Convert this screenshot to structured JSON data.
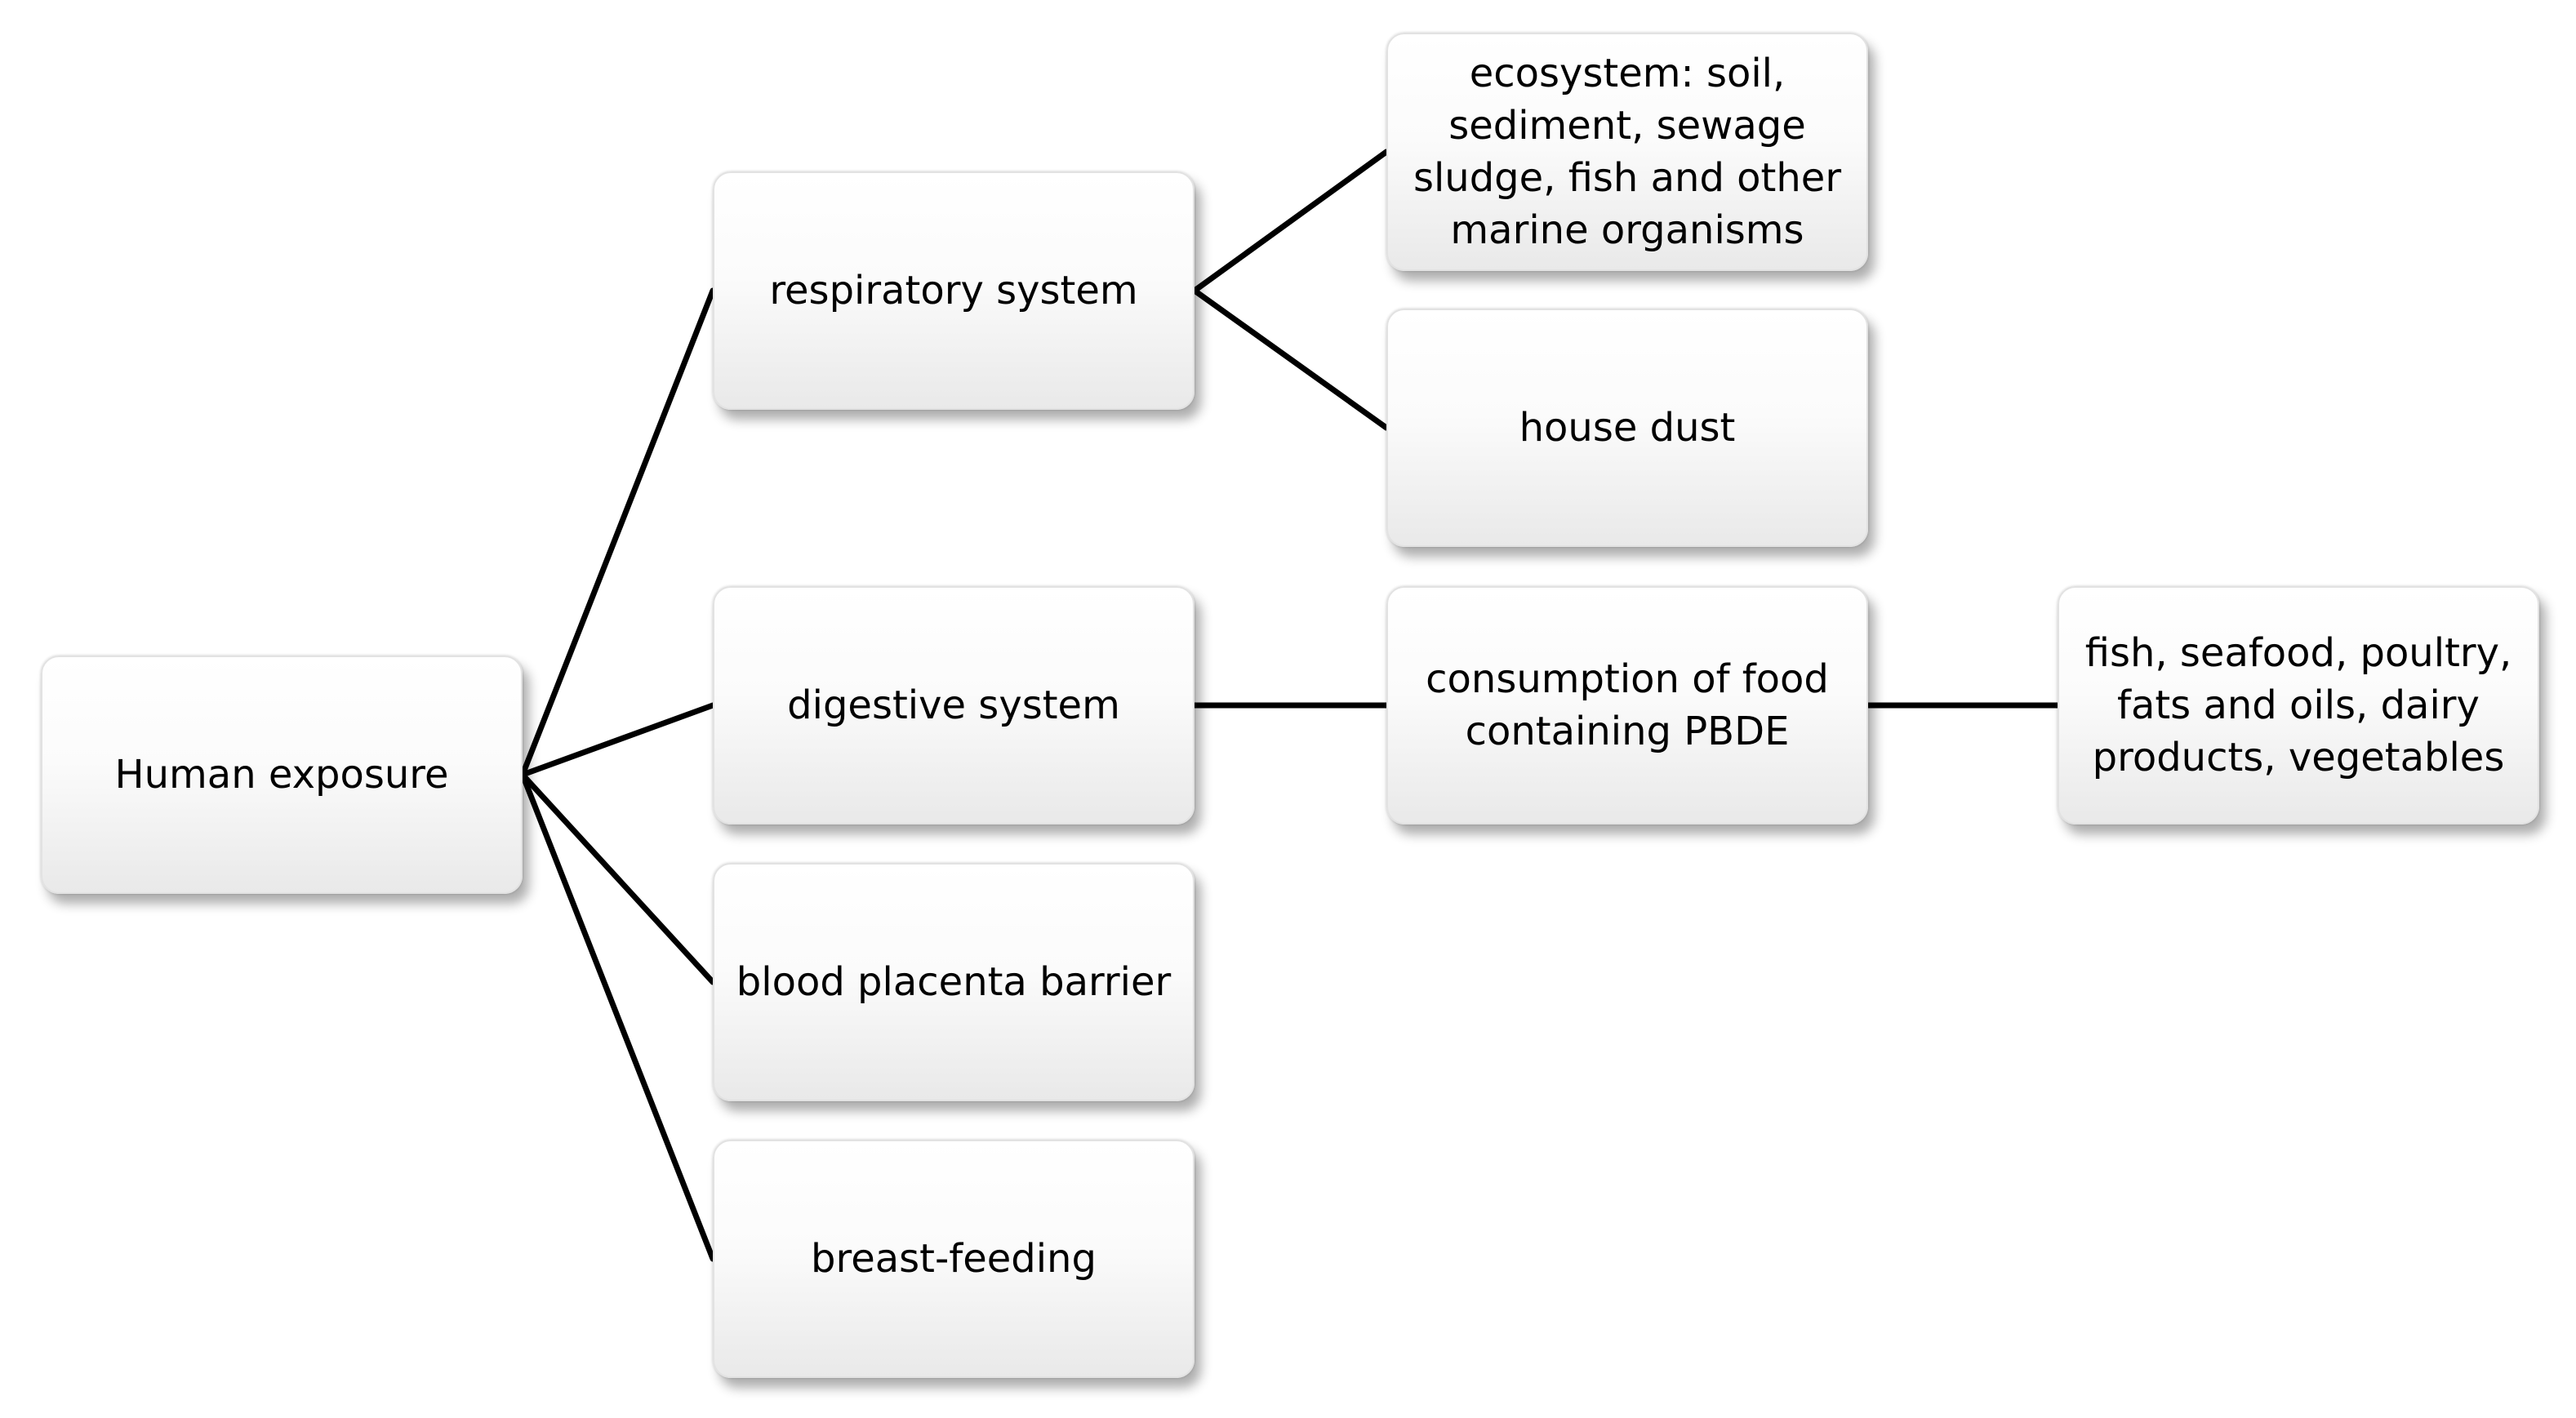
{
  "diagram": {
    "nodes": {
      "root": "Human exposure",
      "respiratory": "respiratory system",
      "digestive": "digestive system",
      "placenta": "blood placenta barrier",
      "breast": "breast-feeding",
      "ecosystem": "ecosystem: soil,\nsediment, sewage\nsludge, fish and other\nmarine organisms",
      "dust": "house dust",
      "consumption": "consumption of food\ncontaining PBDE",
      "foods": "fish, seafood, poultry,\nfats and oils, dairy\nproducts, vegetables"
    },
    "edges": [
      [
        "root",
        "respiratory"
      ],
      [
        "root",
        "digestive"
      ],
      [
        "root",
        "placenta"
      ],
      [
        "root",
        "breast"
      ],
      [
        "respiratory",
        "ecosystem"
      ],
      [
        "respiratory",
        "dust"
      ],
      [
        "digestive",
        "consumption"
      ],
      [
        "consumption",
        "foods"
      ]
    ]
  }
}
